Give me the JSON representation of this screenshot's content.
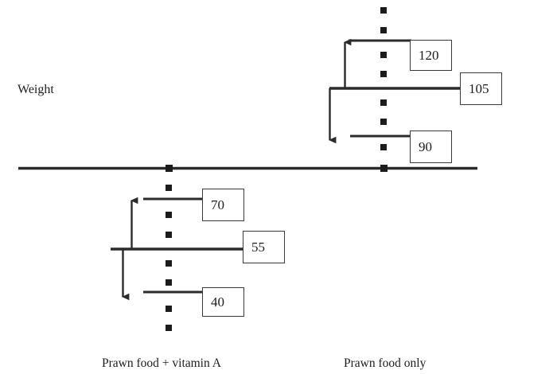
{
  "figure": {
    "axis_label": "Weight",
    "ink_color": "#2b2b2b",
    "box_border_color": "#3a3a3a",
    "background": "#ffffff"
  },
  "chart_data": {
    "type": "bar",
    "title": "",
    "subtitle": "",
    "xlabel": "",
    "ylabel": "Weight",
    "grid": false,
    "legend": "none",
    "orientation": "vertical",
    "note": "Two hand-drawn dot-plot style groups around a central horizontal baseline; each group shows an upper whisker, a mean line and a lower whisker with boxed value labels and a double-headed range arrow.",
    "categories": [
      "Prawn food + vitamin A",
      "Prawn food only"
    ],
    "series": [
      {
        "name": "Prawn food + vitamin A",
        "upper": 70,
        "mean": 55,
        "lower": 40,
        "values": [
          70,
          55,
          40
        ],
        "labels": [
          "70",
          "55",
          "40"
        ]
      },
      {
        "name": "Prawn food only",
        "upper": 120,
        "mean": 105,
        "lower": 90,
        "values": [
          120,
          105,
          90
        ],
        "labels": [
          "120",
          "105",
          "90"
        ]
      }
    ],
    "annotations": [
      {
        "text": "120",
        "group": "Prawn food only",
        "role": "upper-limit"
      },
      {
        "text": "105",
        "group": "Prawn food only",
        "role": "mean"
      },
      {
        "text": "90",
        "group": "Prawn food only",
        "role": "lower-limit"
      },
      {
        "text": "70",
        "group": "Prawn food + vitamin A",
        "role": "upper-limit"
      },
      {
        "text": "55",
        "group": "Prawn food + vitamin A",
        "role": "mean"
      },
      {
        "text": "40",
        "group": "Prawn food + vitamin A",
        "role": "lower-limit"
      }
    ]
  },
  "labels": {
    "weight": "Weight",
    "group_left": "Prawn food + vitamin A",
    "group_right": "Prawn food only",
    "v120": "120",
    "v105": "105",
    "v90": "90",
    "v70": "70",
    "v55": "55",
    "v40": "40"
  }
}
